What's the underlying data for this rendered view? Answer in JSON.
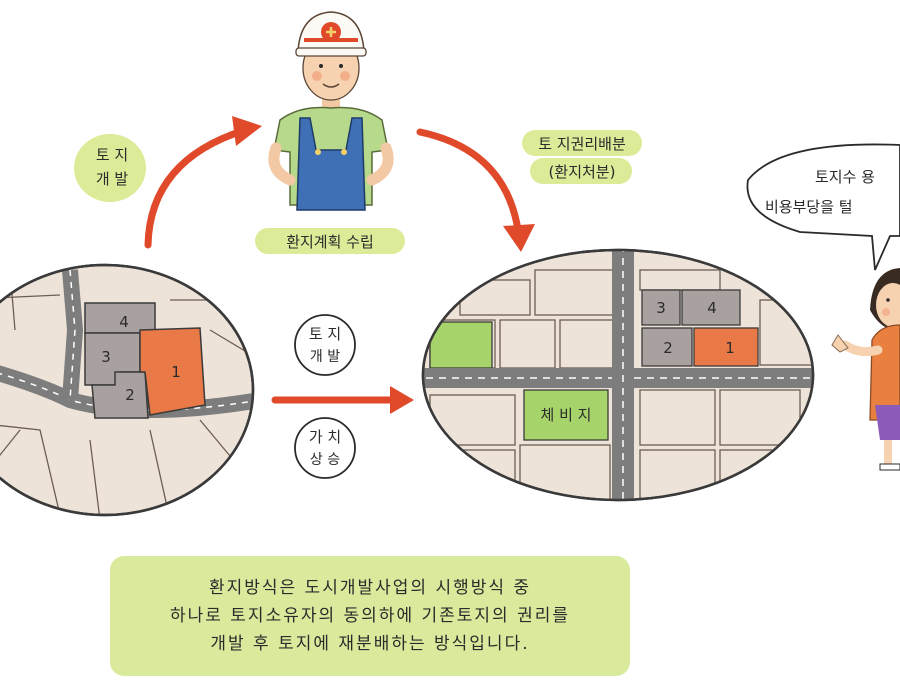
{
  "labels": {
    "top_left_line1": "토 지",
    "top_left_line2": "개 발",
    "plan": "환지계획 수립",
    "top_right_line1": "토 지권리배분",
    "top_right_line2": "(환지처분)",
    "center_top_line1": "토 지",
    "center_top_line2": "개 발",
    "center_bottom_line1": "가 치",
    "center_bottom_line2": "상 승",
    "reserve_land": "체 비 지",
    "speech_line1": "토지수 용",
    "speech_line2": "비용부당을 털"
  },
  "parcels_before": [
    "4",
    "3",
    "1",
    "2"
  ],
  "parcels_after": [
    "3",
    "4",
    "2",
    "1"
  ],
  "description": {
    "line1": "환지방식은 도시개발사업의 시행방식 중",
    "line2": "하나로 토지소유자의 동의하에 기존토지의 권리를",
    "line3": "개발 후 토지에 재분배하는 방식입니다."
  },
  "colors": {
    "arrow": "#e04a2a",
    "highlight_parcel": "#e97a47",
    "grey_parcel": "#a9a1a0",
    "green_parcel": "#a6d36a",
    "land": "#ede3d9",
    "road": "#7d7d7d",
    "label_green": "#dbeb98"
  }
}
